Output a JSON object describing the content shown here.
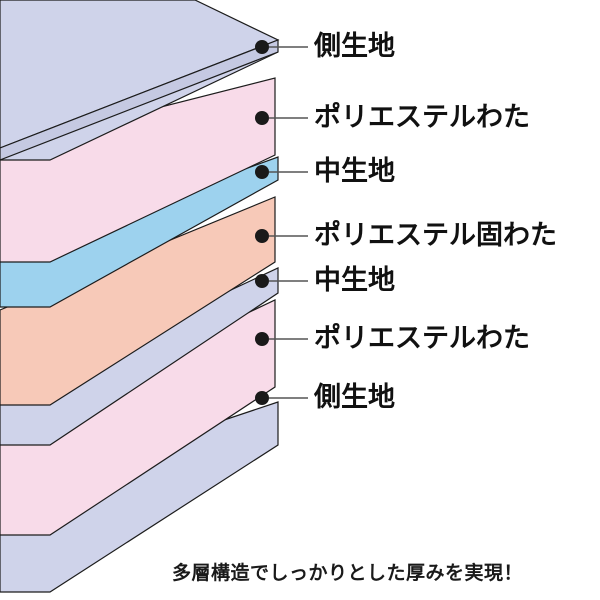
{
  "layers": [
    {
      "label": "側生地"
    },
    {
      "label": "ポリエステルわた"
    },
    {
      "label": "中生地"
    },
    {
      "label": "ポリエステル固わた"
    },
    {
      "label": "中生地"
    },
    {
      "label": "ポリエステルわた"
    },
    {
      "label": "側生地"
    }
  ],
  "caption": "多層構造でしっかりとした厚みを実現！",
  "colors": {
    "side_fabric": "#cfd3ea",
    "polyester_wadding": "#f8dbe9",
    "middle_fabric": "#9dd2ee",
    "hard_wadding": "#f7c9b8",
    "outline": "#1c1c1c",
    "dot": "#1a1a1a",
    "leader_line": "#555555"
  }
}
